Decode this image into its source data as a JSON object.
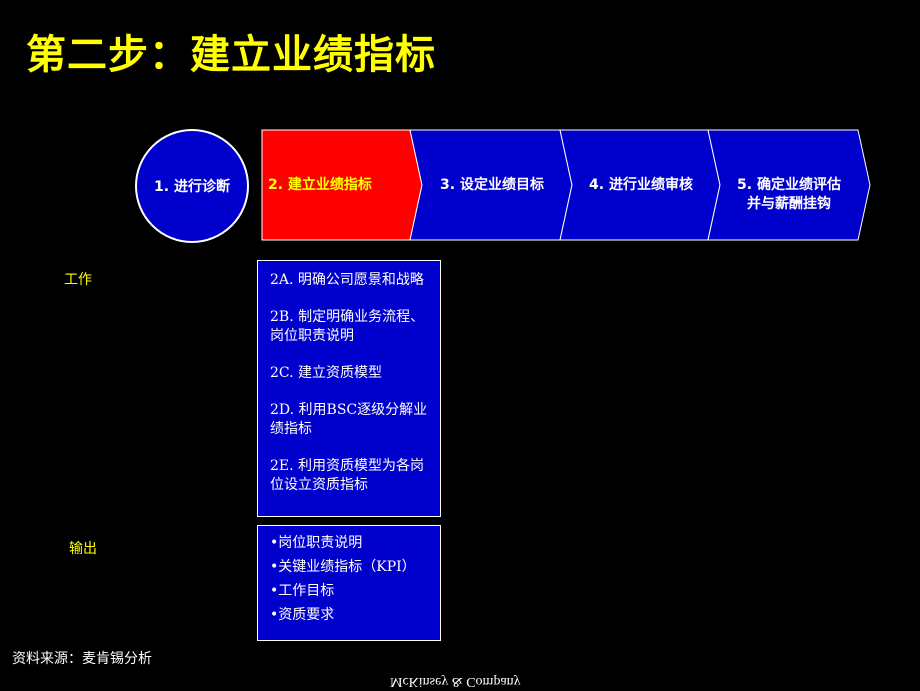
{
  "title": "第二步：建立业绩指标",
  "steps": [
    {
      "label": "1. 进行诊断"
    },
    {
      "label": "2. 建立业绩指标"
    },
    {
      "label": "3. 设定业绩目标"
    },
    {
      "label": "4. 进行业绩审核"
    },
    {
      "label": "5. 确定业绩评估\n并与薪酬挂钩"
    }
  ],
  "work": {
    "label": "工作",
    "items": [
      "2A. 明确公司愿景和战略",
      "2B. 制定明确业务流程、岗位职责说明",
      "2C. 建立资质模型",
      "2D. 利用BSC逐级分解业绩指标",
      "2E. 利用资质模型为各岗位设立资质指标"
    ]
  },
  "output": {
    "label": "输出",
    "items": [
      "•岗位职责说明",
      "•关键业绩指标（KPI）",
      "•工作目标",
      "•资质要求"
    ]
  },
  "source": "资料来源：麦肯锡分析",
  "logo_text": "McKinsey & Company",
  "colors": {
    "background": "#000000",
    "title": "#FFFF00",
    "active_step": "#FF0000",
    "step": "#0000CC",
    "active_text": "#FFFF00",
    "text": "#FFFFFF"
  }
}
